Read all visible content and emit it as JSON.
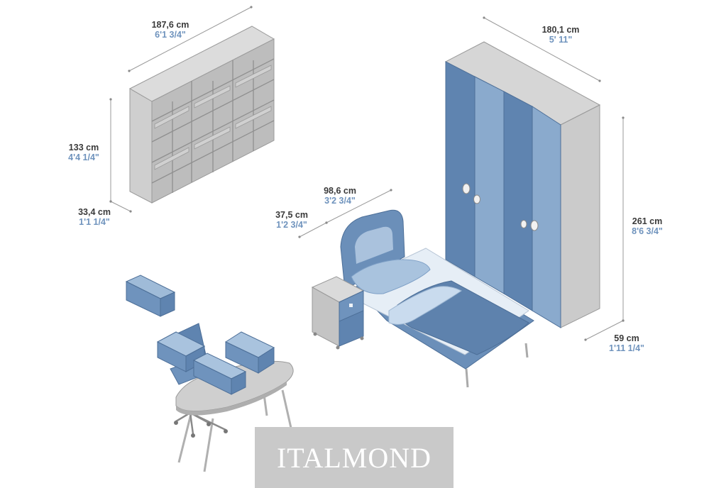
{
  "colors": {
    "grey_light": "#d2d2d2",
    "grey_mid": "#bdbdbd",
    "grey_dark": "#a9a9a9",
    "blue_dark": "#5f84b0",
    "blue_mid": "#7d9fc6",
    "blue_light": "#a9c3de",
    "blue_pale": "#cfe0f0",
    "text_cm": "#3a3a3a",
    "text_in": "#6f93bd"
  },
  "dimensions": {
    "bookcase_width": {
      "cm": "187,6 cm",
      "in": "6'1 3/4\""
    },
    "bookcase_height": {
      "cm": "133 cm",
      "in": "4'4 1/4\""
    },
    "bookcase_depth": {
      "cm": "33,4 cm",
      "in": "1'1 1/4\""
    },
    "wardrobe_width": {
      "cm": "180,1 cm",
      "in": "5' 11\""
    },
    "wardrobe_height": {
      "cm": "261 cm",
      "in": "8'6 3/4\""
    },
    "wardrobe_depth": {
      "cm": "59 cm",
      "in": "1'11 1/4\""
    },
    "bed_width": {
      "cm": "98,6 cm",
      "in": "3'2 3/4\""
    },
    "nightstand_width": {
      "cm": "37,5 cm",
      "in": "1'2 3/4\""
    }
  },
  "watermark": {
    "text": "ITALMOND"
  }
}
